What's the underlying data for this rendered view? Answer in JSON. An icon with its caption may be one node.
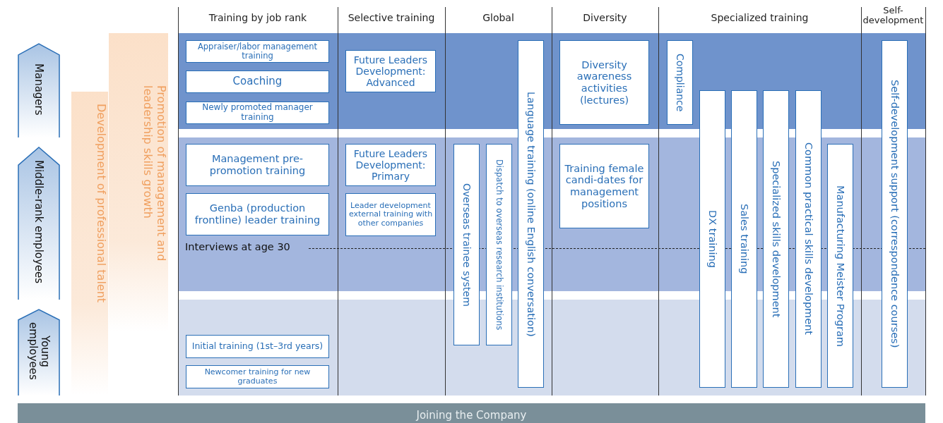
{
  "diagram": {
    "nodes": [
      {
        "text": [
          "Managers"
        ]
      },
      {
        "text": [
          "Middle-rank employees"
        ]
      },
      {
        "text": [
          "Young employees"
        ]
      },
      {
        "text": [
          "Promotion of management and leadership skills growth"
        ]
      },
      {
        "text": [
          "Development of professional talent"
        ]
      },
      {
        "text": [
          "Appraiser/labor management training"
        ]
      },
      {
        "text": [
          "Coaching"
        ]
      },
      {
        "text": [
          "Newly promoted manager training"
        ]
      },
      {
        "text": [
          "Management pre-promotion training"
        ]
      },
      {
        "text": [
          "Genba (production frontline) leader training"
        ]
      },
      {
        "text": [
          "Initial training (1st–3rd years)"
        ]
      },
      {
        "text": [
          "Newcomer training for new graduates"
        ]
      },
      {
        "text": [
          "Future Leaders Development: Advanced"
        ]
      },
      {
        "text": [
          "Future Leaders Development: Primary"
        ]
      },
      {
        "text": [
          "Leader development external training with other companies"
        ]
      },
      {
        "text": [
          "Overseas trainee system"
        ]
      },
      {
        "text": [
          "Dispatch to overseas research institutions"
        ]
      },
      {
        "text": [
          "Language training (online English conversation)"
        ]
      },
      {
        "text": [
          "Diversity awareness activities (lectures)"
        ]
      },
      {
        "text": [
          "Training female candi-dates for management positions"
        ]
      },
      {
        "text": [
          "Compliance"
        ]
      },
      {
        "text": [
          "DX training"
        ]
      },
      {
        "text": [
          "Sales training"
        ]
      },
      {
        "text": [
          "Specialized skills development"
        ]
      },
      {
        "text": [
          "Common practical skills development"
        ]
      },
      {
        "text": [
          "Manufacturing Meister Program"
        ]
      },
      {
        "text": [
          "Self-development support (correspondence courses)"
        ]
      },
      {
        "text": [
          "Joining the Company"
        ]
      }
    ],
    "edges": [],
    "labels": [
      "Training by job rank",
      "Selective training",
      "Global",
      "Diversity",
      "Specialized training",
      "Self-development",
      "Interviews at age 30"
    ]
  }
}
